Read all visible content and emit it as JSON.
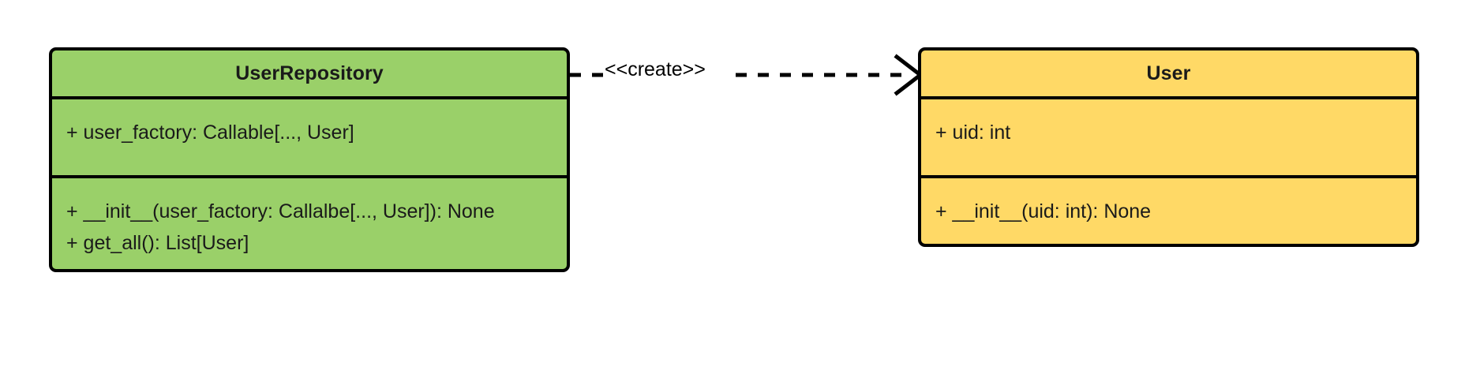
{
  "diagram": {
    "type": "uml-class-diagram",
    "background_color": "#ffffff",
    "classes": [
      {
        "id": "user-repository",
        "name": "UserRepository",
        "fill_color": "#9ad069",
        "border_color": "#000000",
        "attributes": [
          "+ user_factory: Callable[..., User]"
        ],
        "operations": [
          "+ __init__(user_factory: Callalbe[..., User]): None",
          "+ get_all(): List[User]"
        ]
      },
      {
        "id": "user",
        "name": "User",
        "fill_color": "#ffd966",
        "border_color": "#000000",
        "attributes": [
          "+ uid: int"
        ],
        "operations": [
          "+ __init__(uid: int): None"
        ]
      }
    ],
    "relationships": [
      {
        "id": "create-dependency",
        "kind": "dependency",
        "stereotype": "<<create>>",
        "line_style": "dashed",
        "arrow_head": "open",
        "source": "UserRepository",
        "target": "User"
      }
    ]
  }
}
